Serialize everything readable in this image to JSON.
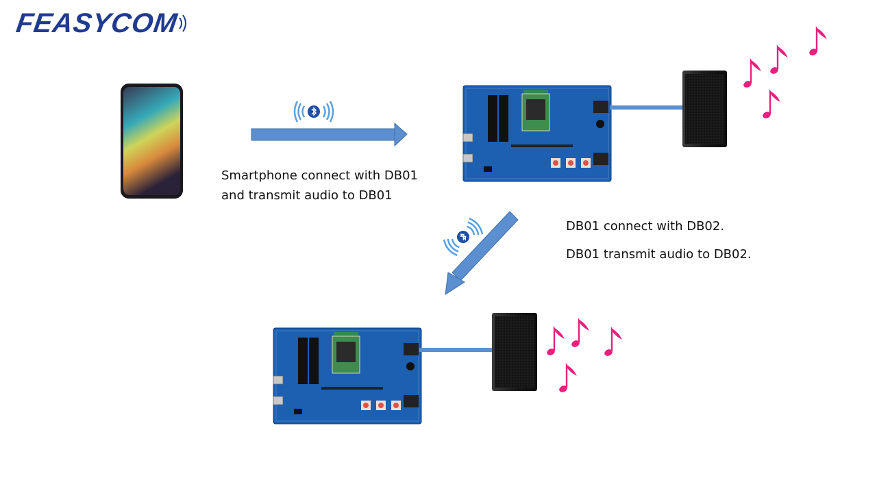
{
  "brand": {
    "name": "FEASYCOM",
    "color": "#1f3b8f"
  },
  "captions": {
    "phone_link_line1": "Smartphone connect with DB01",
    "phone_link_line2": "and transmit audio to DB01",
    "board_link_line1": "DB01 connect with DB02.",
    "board_link_line2": "DB01 transmit audio to DB02."
  },
  "icons": {
    "bluetooth": "bluetooth-icon",
    "music_note": "music-note-icon"
  },
  "colors": {
    "arrow": "#5b8fcf",
    "board": "#1d5fb0",
    "note": "#e8207e",
    "speaker": "#1c1c1c"
  }
}
